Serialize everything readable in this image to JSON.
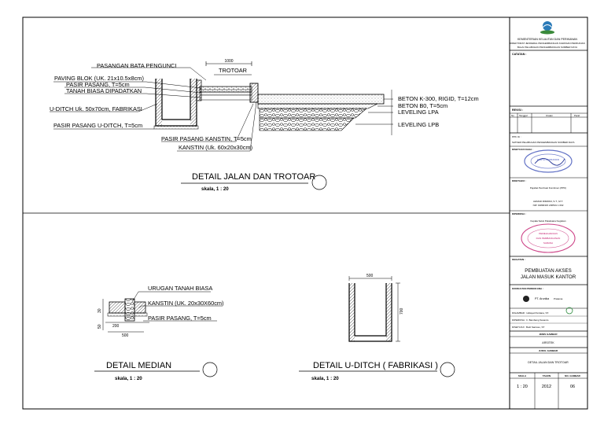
{
  "detail_jalan": {
    "title": "DETAIL JALAN DAN TROTOAR",
    "scale": "skala, 1 : 20",
    "dim_width": "1000",
    "label_trotoar": "TROTOAR",
    "labels": [
      "PASANGAN BATA PENGUNCI",
      "PAVING BLOK (UK. 21x10.5x8cm)",
      "PASIR PASANG, T=5cm",
      "TANAH BIASA DIPADATKAN",
      "U-DITCH Uk. 50x70cm, FABRIKASI",
      "PASIR PASANG U-DITCH, T=5cm",
      "PASIR PASANG KANSTIN, T=5cm",
      "KANSTIN (Uk. 60x20x30cm)",
      "BETON K-300, RIGID, T=12cm",
      "BETON B0, T=5cm",
      "LEVELING LPA",
      "LEVELING LPB"
    ]
  },
  "detail_median": {
    "title": "DETAIL MEDIAN",
    "scale": "skala, 1 : 20",
    "labels": [
      "URUGAN TANAH BIASA",
      "KANSTIN (UK. 20x30X60cm)",
      "PASIR PASANG, T=5cm"
    ],
    "dims": [
      "200",
      "500",
      "50",
      "30"
    ]
  },
  "detail_uditch": {
    "title": "DETAIL U-DITCH ( FABRIKASI )",
    "scale": "skala, 1 : 20",
    "dims": [
      "500",
      "700"
    ]
  },
  "title_block": {
    "ministry": [
      "KEMENTERIAN KELAUTAN DAN PERIKANAN",
      "DIREKTORAT JENDERAL PENGEMBANGAN KAWASAN PERIKANAN",
      "BALAI PELABUHAN PENGEMBANGAN SUMBER DAYA"
    ],
    "catatan": "CATATAN :",
    "revisi": "REVISI :",
    "rev_headers": [
      "No",
      "Tanggal",
      "Uraian",
      "Paraf"
    ],
    "plan_small_1": "PPK Ot :",
    "plan_small_2": "SATKER PELABUHAN PENGEMBANGAN SUMBER DAYA",
    "disetujui": "DISETUJUI OLEH :",
    "stamp_text": "KARYA PERIKANAN",
    "diketahui": "DIKETAHUI :",
    "proyek": "Pejabat Pembuat Komitmen (PPK)",
    "pejabat_name": "AHMAD RIDWAN, S.T., M.T.",
    "nip": "NIP. 19800315 200501 1 002",
    "diperiksa": "DIPERIKSA :",
    "pelaksana": "Kepala Seksi Pelaksana Kegiatan",
    "stamp_red_1": "PEMELIHARAAN",
    "stamp_red_2": "DAN PEMBANGUNAN",
    "stamp_red_3": "SARANA",
    "kegiatan": "KEGIATAN :",
    "project_1": "PEMBUATAN AKSES",
    "project_2": "JALAN MASUK KANTOR",
    "konsultan": "KONSULTAN PERENCANA :",
    "firm": "PT. Arunika",
    "firm_sub": "Pratama",
    "digambar": "DIGAMBAR : Hidayat Perdana, ST.",
    "diperiksa2": "DIPERIKSA : Ir. Bambang Susanto",
    "disetujui2": "DISETUJUI : Budi Santoso, ST",
    "jenis": "JENIS GAMBAR",
    "jenis_val": "ARSITEK",
    "judul": "JUDUL GAMBAR",
    "judul_val": "DETAIL JALAN DAN TROTOAR",
    "footer_headers": [
      "SKALA",
      "TAHUN",
      "NO. GAMBAR"
    ],
    "footer_values": [
      "1 : 20",
      "2012",
      "06"
    ]
  }
}
